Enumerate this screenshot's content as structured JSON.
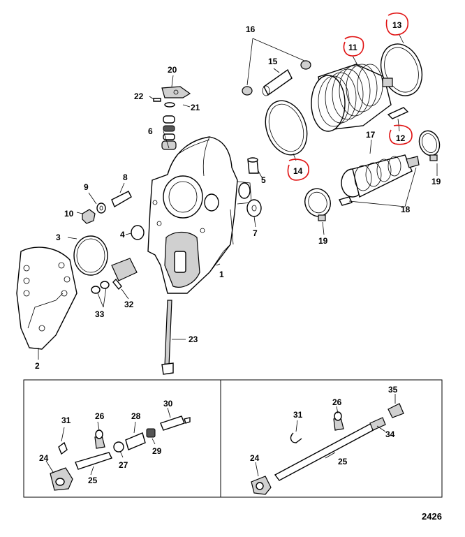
{
  "diagram": {
    "reference_number": "2426",
    "callouts": {
      "c1": "1",
      "c2": "2",
      "c3": "3",
      "c4": "4",
      "c5": "5",
      "c6": "6",
      "c7": "7",
      "c8": "8",
      "c9": "9",
      "c10": "10",
      "c11": "11",
      "c12": "12",
      "c13": "13",
      "c14": "14",
      "c15": "15",
      "c16": "16",
      "c17": "17",
      "c18": "18",
      "c19a": "19",
      "c19b": "19",
      "c20": "20",
      "c21": "21",
      "c22": "22",
      "c23": "23",
      "c32": "32",
      "c33": "33"
    },
    "left_panel": {
      "c24": "24",
      "c25": "25",
      "c26": "26",
      "c27": "27",
      "c28": "28",
      "c29": "29",
      "c30": "30",
      "c31": "31"
    },
    "right_panel": {
      "c24": "24",
      "c25": "25",
      "c26": "26",
      "c31": "31",
      "c34": "34",
      "c35": "35"
    },
    "highlight_color": "#e01010"
  }
}
